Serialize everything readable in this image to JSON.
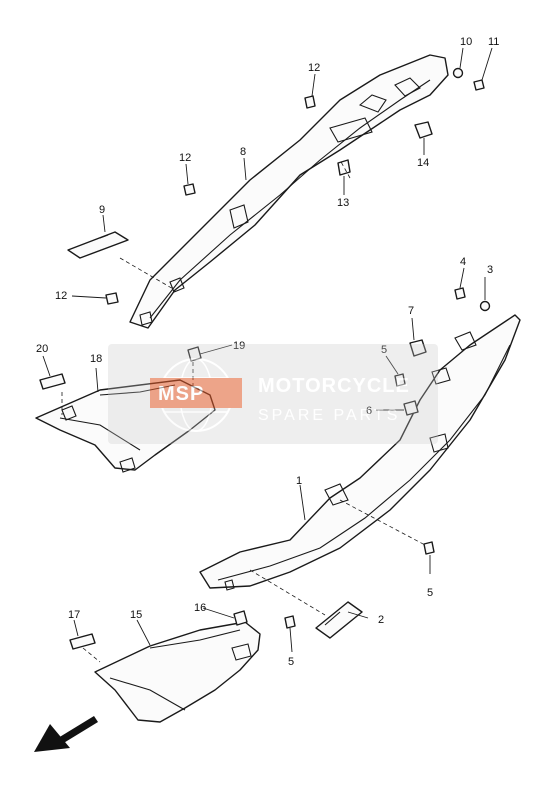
{
  "callouts": {
    "c1": "1",
    "c2": "2",
    "c3": "3",
    "c4": "4",
    "c5a": "5",
    "c5b": "5",
    "c5c": "5",
    "c6": "6",
    "c7": "7",
    "c8": "8",
    "c9": "9",
    "c10": "10",
    "c11": "11",
    "c12a": "12",
    "c12b": "12",
    "c12c": "12",
    "c13": "13",
    "c14": "14",
    "c15": "15",
    "c16": "16",
    "c17": "17",
    "c18": "18",
    "c19": "19",
    "c20": "20"
  },
  "watermark": {
    "logo_text": "MSP",
    "line1": "MOTORCYCLE",
    "line2": "SPARE PARTS",
    "color": "#e05a2a"
  },
  "direction_arrow": {
    "icon": "front-direction-arrow-icon"
  }
}
